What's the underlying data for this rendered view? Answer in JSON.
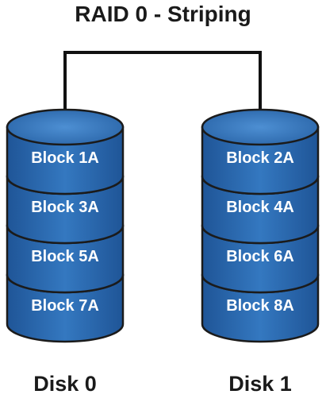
{
  "title": "RAID 0 - Striping",
  "disks": [
    {
      "label": "Disk 0",
      "blocks": [
        "Block 1A",
        "Block 3A",
        "Block 5A",
        "Block 7A"
      ]
    },
    {
      "label": "Disk 1",
      "blocks": [
        "Block 2A",
        "Block 4A",
        "Block 6A",
        "Block 8A"
      ]
    }
  ],
  "colors": {
    "disk_fill": "#2a67ad",
    "disk_top": "#3a7cc3",
    "outline": "#1b1b1b",
    "connector": "#111111"
  }
}
